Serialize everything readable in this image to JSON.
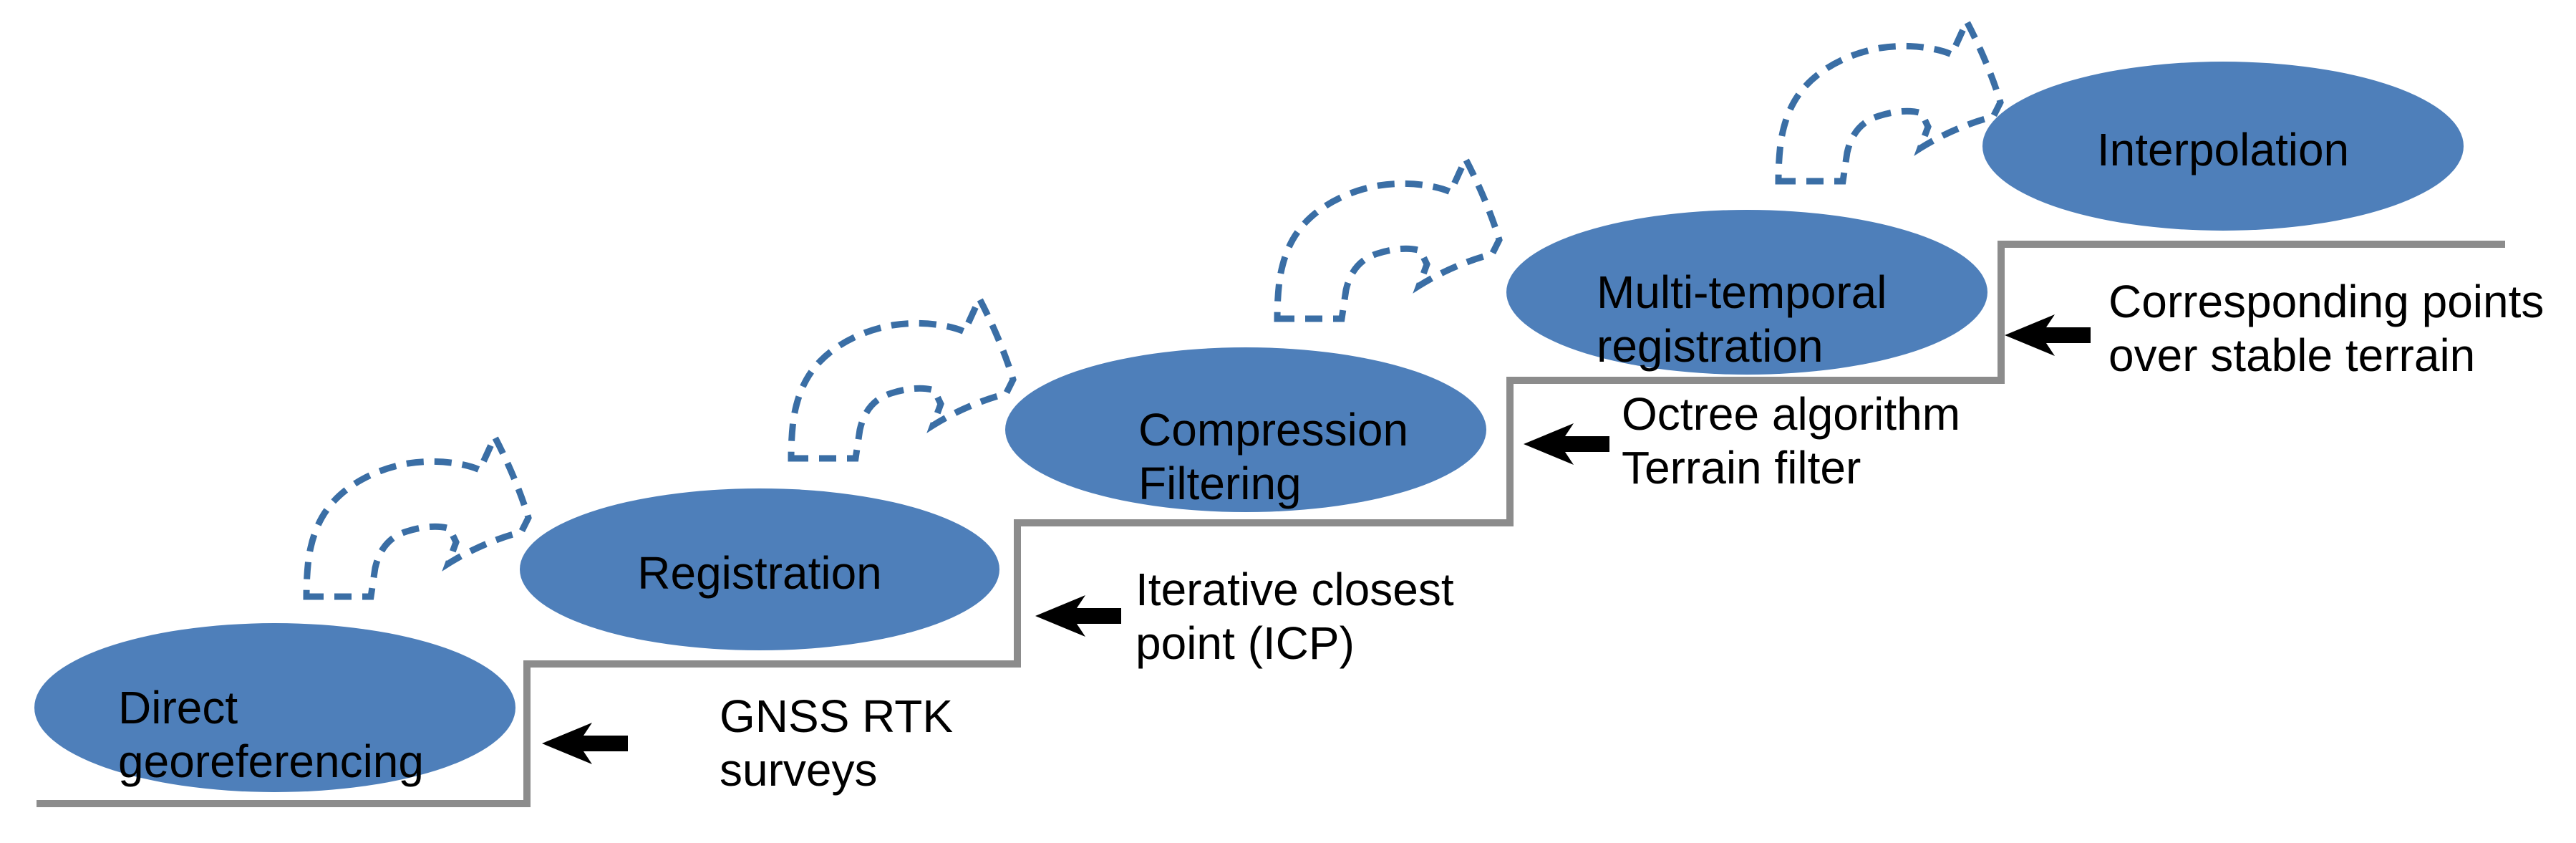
{
  "diagram": {
    "type": "staircase-workflow",
    "description": "Point cloud processing workflow staircase diagram",
    "colors": {
      "background": "#FFFFFF",
      "ellipse_fill": "#4E7FBA",
      "dashed_arrow": "#3A6EA5",
      "stair_line": "#8C8C8C",
      "text": "#000000"
    },
    "steps": [
      {
        "label_lines": [
          "Direct",
          "georeferencing"
        ]
      },
      {
        "label_lines": [
          "Registration"
        ]
      },
      {
        "label_lines": [
          "Compression",
          "Filtering"
        ]
      },
      {
        "label_lines": [
          "Multi-temporal",
          "registration"
        ]
      },
      {
        "label_lines": [
          "Interpolation"
        ]
      }
    ],
    "annotations": [
      {
        "lines": [
          "GNSS RTK",
          "surveys"
        ]
      },
      {
        "lines": [
          "Iterative closest",
          "point (ICP)"
        ]
      },
      {
        "lines": [
          "Octree algorithm",
          "Terrain filter"
        ]
      },
      {
        "lines": [
          "Corresponding points",
          "over stable terrain"
        ]
      }
    ],
    "icons": {
      "dashed_curved_arrow": "curved-up-right-dashed-block-arrow",
      "annotation_pointer": "left-black-arrow"
    }
  }
}
